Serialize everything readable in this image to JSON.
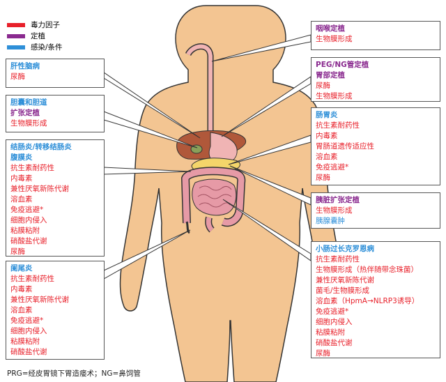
{
  "legend": [
    {
      "label": "毒力因子",
      "color": "#e8202a"
    },
    {
      "label": "定植",
      "color": "#8a2a8f"
    },
    {
      "label": "感染/条件",
      "color": "#2e8fd8"
    }
  ],
  "boxes": {
    "liver": {
      "title": "肝性脑病",
      "items": [
        "尿酶"
      ]
    },
    "gallbladder": {
      "title_lines": [
        "胆囊和胆道",
        "扩张定植"
      ],
      "items": [
        "生物膜形成"
      ]
    },
    "colon": {
      "title_lines": [
        "结肠炎/转移结肠炎",
        "腹膜炎"
      ],
      "items": [
        "抗生素耐药性",
        "内毒素",
        "兼性厌氧新陈代谢",
        "溶血素",
        "免疫逃避*",
        "细胞内侵入",
        "粘膜粘附",
        "硝酸盐代谢",
        "尿酶"
      ]
    },
    "appendix": {
      "title": "阑尾炎",
      "items": [
        "抗生素耐药性",
        "内毒素",
        "兼性厌氧新陈代谢",
        "溶血素",
        "免疫逃避*",
        "细胞内侵入",
        "粘膜粘附",
        "硝酸盐代谢"
      ]
    },
    "pharynx": {
      "title": "咽喉定植",
      "items": [
        "生物膜形成"
      ]
    },
    "peg": {
      "title_lines": [
        "PEG/NG管定植",
        "胃部定植"
      ],
      "items": [
        "尿酶",
        "生物膜形成"
      ]
    },
    "gastro": {
      "title": "肠胃炎",
      "items": [
        "抗生素耐药性",
        "内毒素",
        "胃肠道遗传适应性",
        "溶血素",
        "免疫逃避*",
        "尿酶"
      ]
    },
    "pancreas": {
      "title": "胰脏扩张定植",
      "items": [
        "生物膜形成"
      ],
      "extra": "胰腺囊肿"
    },
    "crohn": {
      "title": "小肠过长克罗恩病",
      "items": [
        "抗生素耐药性",
        "生物膜形成（热伴随带念珠菌）",
        "兼性厌氧新陈代谢",
        "菌毛/生物膜形成",
        "溶血素（HpmA→NLRP3诱导）",
        "免疫逃避*",
        "细胞内侵入",
        "粘膜粘附",
        "硝酸盐代谢",
        "尿酶"
      ]
    }
  },
  "footnote": "PRG=经皮胃镜下胃造瘘术；NG=鼻饲管"
}
